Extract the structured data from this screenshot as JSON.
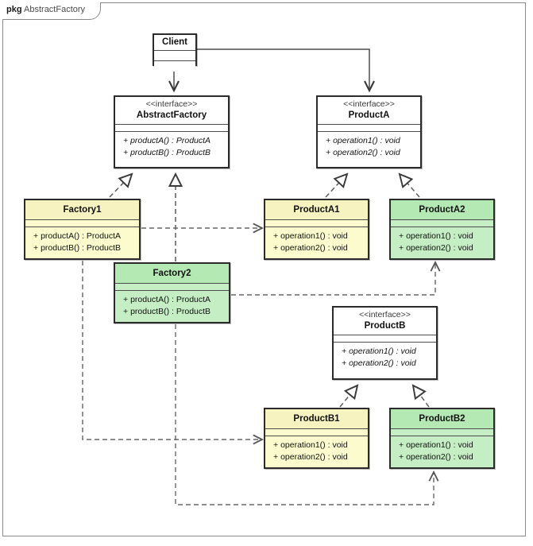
{
  "package": {
    "keyword": "pkg",
    "name": "AbstractFactory"
  },
  "colors": {
    "yellow_fill": "#fbfbcd",
    "yellow_header": "#f7f3c0",
    "green_fill": "#c5eec5",
    "green_header": "#b4e9b4",
    "white_fill": "#ffffff",
    "border": "#2b2b2b",
    "connector": "#4d4d4d",
    "frame": "#8a8a8a"
  },
  "classes": {
    "client": {
      "name": "Client",
      "stereotype": "",
      "operations": []
    },
    "abstract_factory": {
      "name": "AbstractFactory",
      "stereotype": "<<interface>>",
      "operations": [
        {
          "visibility": "+",
          "signature": "productA()",
          "separator": ":",
          "type": "ProductA"
        },
        {
          "visibility": "+",
          "signature": "productB()",
          "separator": ":",
          "type": "ProductB"
        }
      ]
    },
    "product_a": {
      "name": "ProductA",
      "stereotype": "<<interface>>",
      "operations": [
        {
          "visibility": "+",
          "signature": "operation1()",
          "separator": ":",
          "type": "void"
        },
        {
          "visibility": "+",
          "signature": "operation2()",
          "separator": ":",
          "type": "void"
        }
      ]
    },
    "product_b": {
      "name": "ProductB",
      "stereotype": "<<interface>>",
      "operations": [
        {
          "visibility": "+",
          "signature": "operation1()",
          "separator": ":",
          "type": "void"
        },
        {
          "visibility": "+",
          "signature": "operation2()",
          "separator": ":",
          "type": "void"
        }
      ]
    },
    "factory1": {
      "name": "Factory1",
      "stereotype": "",
      "operations": [
        {
          "visibility": "+",
          "signature": "productA()",
          "separator": ":",
          "type": "ProductA"
        },
        {
          "visibility": "+",
          "signature": "productB()",
          "separator": ":",
          "type": "ProductB"
        }
      ]
    },
    "factory2": {
      "name": "Factory2",
      "stereotype": "",
      "operations": [
        {
          "visibility": "+",
          "signature": "productA()",
          "separator": ":",
          "type": "ProductA"
        },
        {
          "visibility": "+",
          "signature": "productB()",
          "separator": ":",
          "type": "ProductB"
        }
      ]
    },
    "product_a1": {
      "name": "ProductA1",
      "stereotype": "",
      "operations": [
        {
          "visibility": "+",
          "signature": "operation1()",
          "separator": ":",
          "type": "void"
        },
        {
          "visibility": "+",
          "signature": "operation2()",
          "separator": ":",
          "type": "void"
        }
      ]
    },
    "product_a2": {
      "name": "ProductA2",
      "stereotype": "",
      "operations": [
        {
          "visibility": "+",
          "signature": "operation1()",
          "separator": ":",
          "type": "void"
        },
        {
          "visibility": "+",
          "signature": "operation2()",
          "separator": ":",
          "type": "void"
        }
      ]
    },
    "product_b1": {
      "name": "ProductB1",
      "stereotype": "",
      "operations": [
        {
          "visibility": "+",
          "signature": "operation1()",
          "separator": ":",
          "type": "void"
        },
        {
          "visibility": "+",
          "signature": "operation2()",
          "separator": ":",
          "type": "void"
        }
      ]
    },
    "product_b2": {
      "name": "ProductB2",
      "stereotype": "",
      "operations": [
        {
          "visibility": "+",
          "signature": "operation1()",
          "separator": ":",
          "type": "void"
        },
        {
          "visibility": "+",
          "signature": "operation2()",
          "separator": ":",
          "type": "void"
        }
      ]
    }
  },
  "relations": [
    {
      "from": "Client",
      "to": "AbstractFactory",
      "kind": "association-directed"
    },
    {
      "from": "Client",
      "to": "ProductA",
      "kind": "association-directed"
    },
    {
      "from": "Factory1",
      "to": "AbstractFactory",
      "kind": "realization"
    },
    {
      "from": "Factory2",
      "to": "AbstractFactory",
      "kind": "realization"
    },
    {
      "from": "ProductA1",
      "to": "ProductA",
      "kind": "realization"
    },
    {
      "from": "ProductA2",
      "to": "ProductA",
      "kind": "realization"
    },
    {
      "from": "ProductB1",
      "to": "ProductB",
      "kind": "realization"
    },
    {
      "from": "ProductB2",
      "to": "ProductB",
      "kind": "realization"
    },
    {
      "from": "Factory1",
      "to": "ProductA1",
      "kind": "dependency"
    },
    {
      "from": "Factory1",
      "to": "ProductB1",
      "kind": "dependency"
    },
    {
      "from": "Factory2",
      "to": "ProductA2",
      "kind": "dependency"
    },
    {
      "from": "Factory2",
      "to": "ProductB2",
      "kind": "dependency"
    }
  ]
}
